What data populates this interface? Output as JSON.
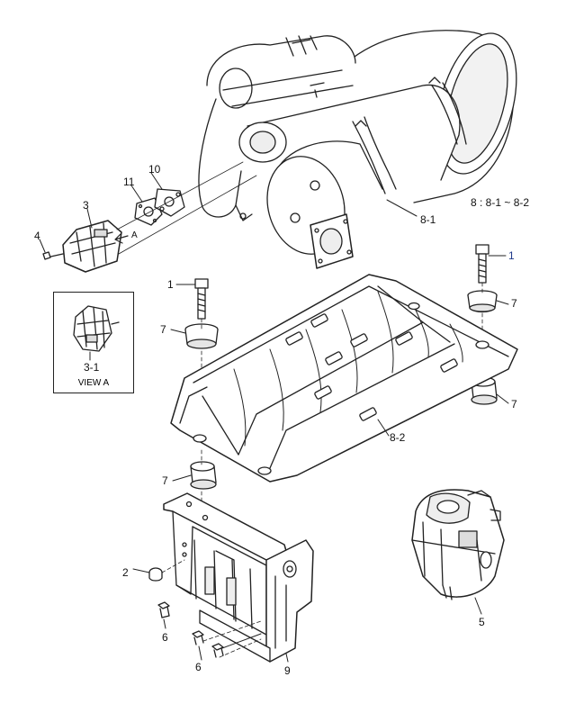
{
  "labels": {
    "p1_top": "1",
    "p1_right": "1",
    "p2": "2",
    "p3": "3",
    "p3_1": "3-1",
    "p4": "4",
    "p5": "5",
    "p6_a": "6",
    "p6_b": "6",
    "p7_a": "7",
    "p7_b": "7",
    "p7_c": "7",
    "p7_d": "7",
    "p8_1": "8-1",
    "p8_2": "8-2",
    "p9": "9",
    "p10": "10",
    "p11": "11",
    "arrow_a": "A",
    "note": "8 : 8-1 ~ 8-2"
  },
  "view_a": {
    "caption": "VIEW A"
  },
  "colors": {
    "line": "#222222",
    "shade": "#d9d9d9",
    "blue_label": "#1f3a8a"
  }
}
